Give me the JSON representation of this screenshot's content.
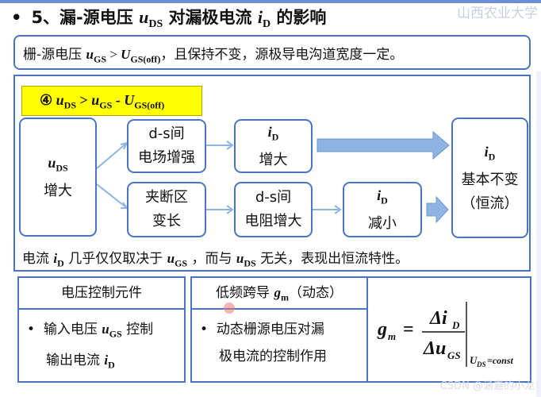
{
  "title": {
    "bullet": "•",
    "prefix": "5、漏-源电压 ",
    "var1": "u",
    "var1_sub": "DS",
    "mid": " 对漏极电流 ",
    "var2": "i",
    "var2_sub": "D",
    "suffix": " 的影响"
  },
  "watermark_top": "山西农业大学",
  "condition": {
    "prefix": "栅-源电压 ",
    "var": "u",
    "var_sub": "GS",
    "op": " > ",
    "thr": "U",
    "thr_sub": "GS(off)",
    "suffix": "，且保持不变，源极导电沟道宽度一定。"
  },
  "case_tag": {
    "num": "④ ",
    "a": "u",
    "a_sub": "DS",
    "op1": " > ",
    "b": "u",
    "b_sub": "GS",
    "op2": " - ",
    "c": "U",
    "c_sub": "GS(off)"
  },
  "flow": {
    "left": {
      "var": "u",
      "sub": "DS",
      "text": "增大"
    },
    "upper1": {
      "line1": "d-s间",
      "line2": "电场增强"
    },
    "upper2": {
      "var": "i",
      "sub": "D",
      "text": "增大"
    },
    "lower1": {
      "line1": "夹断区",
      "line2": "变长"
    },
    "lower2": {
      "line1": "d-s间",
      "line2": "电阻增大"
    },
    "lower3": {
      "var": "i",
      "sub": "D",
      "text": "减小"
    },
    "right": {
      "var": "i",
      "sub": "D",
      "line2": "基本不变",
      "line3": "（恒流）"
    }
  },
  "summary": {
    "p1": "电流 ",
    "v1": "i",
    "v1_sub": "D",
    "p2": " 几乎仅仅取决于 ",
    "v2": "u",
    "v2_sub": "GS",
    "p3": " ，而与 ",
    "v3": "u",
    "v3_sub": "DS",
    "p4": " 无关，表现出恒流特性。"
  },
  "table1": {
    "head": "电压控制元件",
    "bullet": "•",
    "l1a": "输入电压 ",
    "l1v": "u",
    "l1v_sub": "GS",
    "l1b": " 控制",
    "l2a": "输出电流 ",
    "l2v": "i",
    "l2v_sub": "D"
  },
  "table2": {
    "head_a": "低频跨导 ",
    "head_v": "g",
    "head_v_sub": "m",
    "head_b": "（动态）",
    "bullet": "•",
    "l1": "动态栅源电压对漏",
    "l2": "极电流的控制作用"
  },
  "formula": {
    "lhs": "g",
    "lhs_sub": "m",
    "eq": "=",
    "num": "Δi",
    "num_sub": "D",
    "den": "Δu",
    "den_sub": "GS",
    "cond": "U",
    "cond_sub": "DS",
    "cond_rest": "=const"
  },
  "watermark_bottom": "CSDN @涵嘉的小龙",
  "colors": {
    "accent": "#4a74c4",
    "tag": "#ffff00",
    "arrow": "#8fb4e3"
  }
}
